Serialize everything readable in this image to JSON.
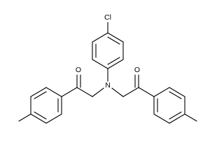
{
  "molecule": {
    "atoms": {
      "chlorine": "Cl",
      "nitrogen": "N",
      "oxygen_left": "O",
      "oxygen_right": "O"
    },
    "colors": {
      "bond": "#000000",
      "background": "#ffffff"
    }
  }
}
